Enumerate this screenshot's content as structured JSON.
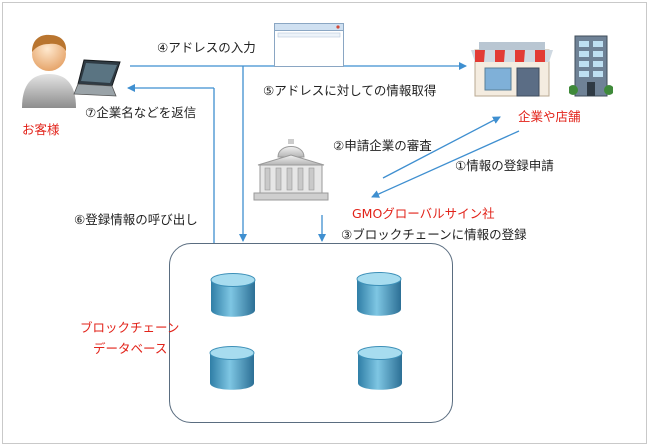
{
  "labels": {
    "step4": "④アドレスの入力",
    "step5": "⑤アドレスに対しての情報取得",
    "step7": "⑦企業名などを返信",
    "step2": "②申請企業の審査",
    "step1": "①情報の登録申請",
    "step6": "⑥登録情報の呼び出し",
    "step3": "③ブロックチェーンに情報の登録"
  },
  "actors": {
    "customer": "お客様",
    "company": "企業や店舗",
    "gmo": "GMOグローバルサイン社",
    "database_line1": "ブロックチェーン",
    "database_line2": "データベース"
  },
  "colors": {
    "arrow": "#3f8fd0",
    "db_frame": "#5a6d80",
    "red_label": "#e2231a",
    "cylinder": "#3d90b8"
  },
  "icons": [
    "person-icon",
    "laptop-icon",
    "browser-window-icon",
    "shop-icon",
    "office-building-icon",
    "government-building-icon",
    "database-cylinder-icon"
  ]
}
